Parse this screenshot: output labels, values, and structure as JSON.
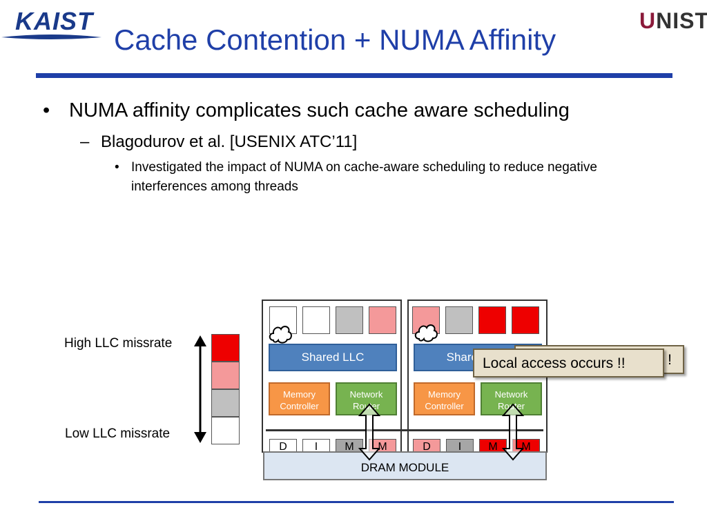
{
  "logos": {
    "left": "KAIST",
    "right_u": "U",
    "right_rest": "NIST"
  },
  "slide": {
    "title": "Cache Contention + NUMA Affinity",
    "bullet1": "NUMA affinity complicates such cache aware scheduling",
    "bullet1_marker": "•",
    "bullet2": "Blagodurov et al. [USENIX ATC’11]",
    "bullet2_marker": "–",
    "bullet3": "Investigated the impact of NUMA on cache-aware scheduling to reduce negative interferences among threads",
    "bullet3_marker": "•"
  },
  "legend": {
    "high_label": "High LLC missrate",
    "low_label": "Low LLC missrate",
    "colors": [
      "#ee0000",
      "#f4999a",
      "#c0c0c0",
      "#ffffff"
    ]
  },
  "diagram": {
    "left_socket": {
      "core_colors": [
        "#ffffff",
        "#ffffff",
        "#c0c0c0",
        "#f4999a"
      ],
      "llc_label": "Shared LLC",
      "memory_controller": "Memory\nController",
      "network_router": "Network\nRouter",
      "bank_labels": [
        "D",
        "I",
        "M",
        "M"
      ],
      "bank_colors": [
        "#ffffff",
        "#ffffff",
        "#a6a6a6",
        "#f4999a"
      ]
    },
    "right_socket": {
      "core_colors": [
        "#f4999a",
        "#c0c0c0",
        "#ee0000",
        "#ee0000"
      ],
      "llc_label": "Shared LLC",
      "memory_controller": "Memory\nController",
      "network_router": "Network\nRouter",
      "bank_labels": [
        "D",
        "I",
        "M",
        "M"
      ],
      "bank_colors": [
        "#f4999a",
        "#a6a6a6",
        "#ee0000",
        "#ee0000"
      ]
    },
    "dram_label": "DRAM MODULE",
    "callout_behind_tail": "!",
    "callout": "Local access occurs !!",
    "colors": {
      "llc": "#4f81bd",
      "memory_controller": "#f79646",
      "network_router": "#77b350"
    }
  }
}
